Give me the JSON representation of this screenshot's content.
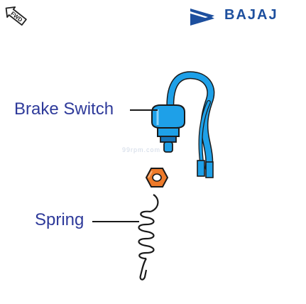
{
  "brand": {
    "name": "BAJAJ",
    "logo_icon": "bajaj-wings-logo",
    "color": "#1d4f9e"
  },
  "orientation_badge": {
    "text": "FWD",
    "icon": "fwd-arrow-icon"
  },
  "watermark": {
    "text": "99rpm.com"
  },
  "parts": [
    {
      "label": "Brake Switch"
    },
    {
      "label": "Spring"
    }
  ],
  "colors": {
    "switch": "#1ea0e8",
    "switch_dark": "#1673b8",
    "nut": "#ee7a2a",
    "label": "#2e3a9a"
  }
}
